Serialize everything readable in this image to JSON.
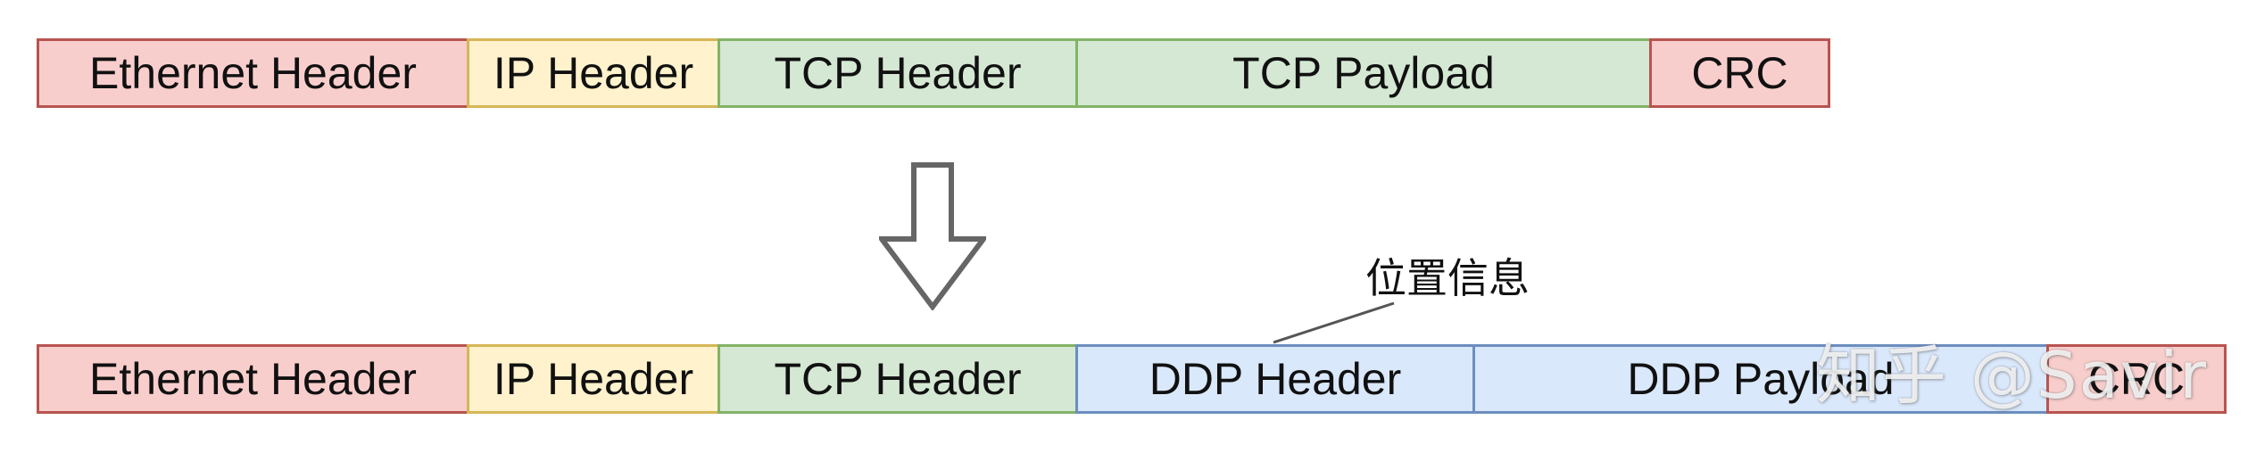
{
  "top_row": {
    "segments": [
      {
        "label": "Ethernet Header"
      },
      {
        "label": "IP Header"
      },
      {
        "label": "TCP Header"
      },
      {
        "label": "TCP Payload"
      },
      {
        "label": "CRC"
      }
    ]
  },
  "bottom_row": {
    "segments": [
      {
        "label": "Ethernet Header"
      },
      {
        "label": "IP Header"
      },
      {
        "label": "TCP Header"
      },
      {
        "label": "DDP Header"
      },
      {
        "label": "DDP Payload"
      },
      {
        "label": "CRC"
      }
    ]
  },
  "callout": {
    "label": "位置信息"
  },
  "watermark": {
    "text": "知乎 @Savir"
  },
  "colors": {
    "ethernet_fill": "#f8cecc",
    "ethernet_border": "#b85450",
    "ip_fill": "#fff2cc",
    "ip_border": "#d6b656",
    "tcp_fill": "#d5e8d4",
    "tcp_border": "#82b366",
    "ddp_fill": "#dae8fc",
    "ddp_border": "#6c8ebf"
  },
  "icons": {
    "transform_arrow": "down-arrow-icon"
  }
}
